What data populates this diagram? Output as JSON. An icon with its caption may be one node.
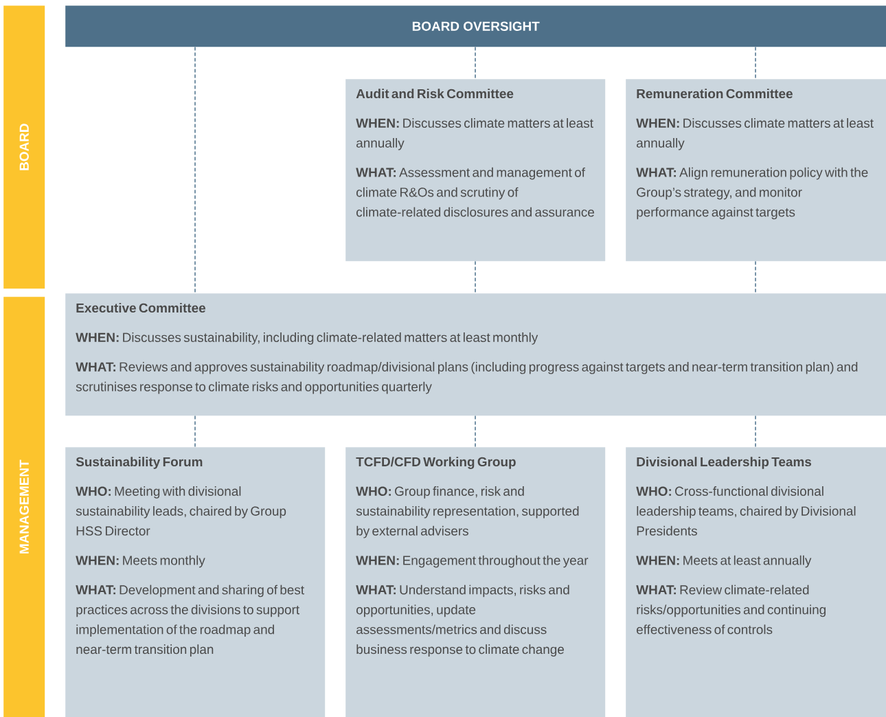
{
  "diagram": {
    "nodes": [
      {
        "text": [
          "BOARD"
        ]
      },
      {
        "text": [
          "MANAGEMENT"
        ]
      },
      {
        "text": [
          "BOARD OVERSIGHT"
        ]
      },
      {
        "text": [
          "Audit and Risk Committee",
          "**WHEN:** Discusses climate matters at least annually",
          "**WHAT:** Assessment and management of climate R&Os and scrutiny of climate-related disclosures and assurance"
        ]
      },
      {
        "text": [
          "Remuneration Committee",
          "**WHEN:** Discusses climate matters at least annually",
          "**WHAT:** Align remuneration policy with the Group’s strategy, and monitor performance against targets"
        ]
      },
      {
        "text": [
          "Executive Committee",
          "**WHEN:** Discusses sustainability, including climate-related matters at least monthly",
          "**WHAT:** Reviews and approves sustainability roadmap/divisional plans (including progress against targets and near-term transition plan) and scrutinises response to climate risks and opportunities quarterly"
        ]
      },
      {
        "text": [
          "Sustainability Forum",
          "**WHO:** Meeting with divisional sustainability leads, chaired by Group HSS Director",
          "**WHEN:** Meets monthly",
          "**WHAT:** Development and sharing of best practices across the divisions to support implementation of the roadmap and near-term transition plan"
        ]
      },
      {
        "text": [
          "TCFD/CFD Working Group",
          "**WHO:** Group finance, risk and sustainability representation, supported by external advisers",
          "**WHEN:** Engagement throughout the year",
          "**WHAT:** Understand impacts, risks and opportunities, update assessments/metrics and discuss business response to climate change"
        ]
      },
      {
        "text": [
          "Divisional Leadership Teams",
          "**WHO:** Cross-functional divisional leadership teams, chaired by Divisional Presidents",
          "**WHEN:** Meets at least annually",
          "**WHAT:** Review climate-related risks/opportunities and continuing effectiveness of controls"
        ]
      }
    ],
    "edges": [
      {
        "from": 2,
        "to": 5,
        "arrow": "none",
        "style": "dashed"
      },
      {
        "from": 2,
        "to": 3,
        "arrow": "none",
        "style": "dashed"
      },
      {
        "from": 2,
        "to": 4,
        "arrow": "none",
        "style": "dashed"
      },
      {
        "from": 3,
        "to": 5,
        "arrow": "none",
        "style": "dashed"
      },
      {
        "from": 4,
        "to": 5,
        "arrow": "none",
        "style": "dashed"
      },
      {
        "from": 5,
        "to": 6,
        "arrow": "none",
        "style": "dashed"
      },
      {
        "from": 5,
        "to": 7,
        "arrow": "none",
        "style": "dashed"
      },
      {
        "from": 5,
        "to": 8,
        "arrow": "none",
        "style": "dashed"
      }
    ]
  }
}
